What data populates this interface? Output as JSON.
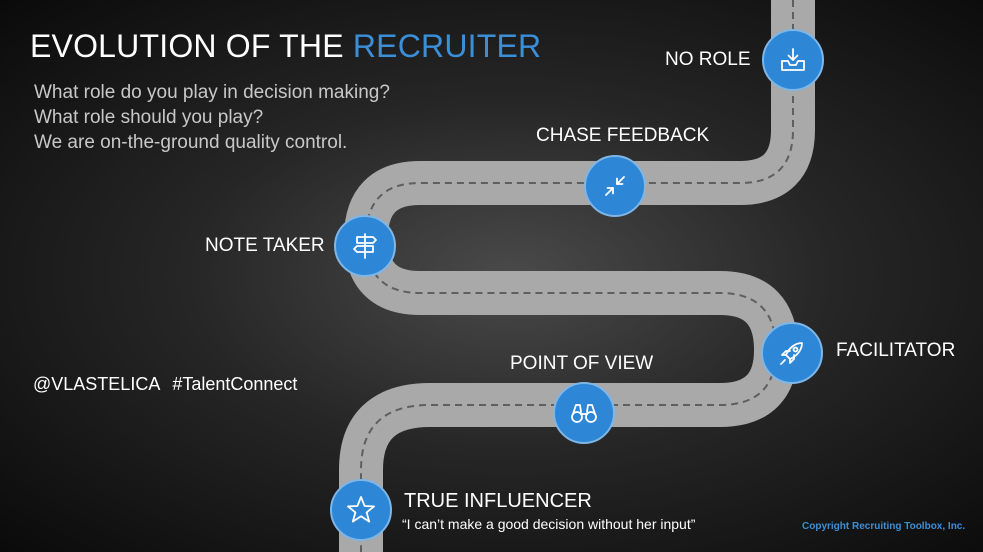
{
  "title": {
    "main": "EVOLUTION OF THE ",
    "accent": "RECRUITER"
  },
  "subtitle_lines": [
    "What role do you play in decision making?",
    "What role should you play?",
    "We are on-the-ground quality control."
  ],
  "handle": "@VLASTELICA",
  "hashtag": "#TalentConnect",
  "stages": [
    {
      "label": "NO ROLE",
      "icon": "inbox-icon"
    },
    {
      "label": "CHASE FEEDBACK",
      "icon": "arrows-compress-icon"
    },
    {
      "label": "NOTE TAKER",
      "icon": "signpost-icon"
    },
    {
      "label": "FACILITATOR",
      "icon": "rocket-icon"
    },
    {
      "label": "POINT OF VIEW",
      "icon": "binoculars-icon"
    },
    {
      "label": "TRUE INFLUENCER",
      "icon": "star-icon"
    }
  ],
  "quote": "“I can’t make a good decision without her input”",
  "copyright": "Copyright Recruiting Toolbox, Inc.",
  "colors": {
    "accent": "#3b8fd9",
    "node": "#2d87d6",
    "road": "#a9a9a9",
    "background": "#1c1c1c"
  }
}
